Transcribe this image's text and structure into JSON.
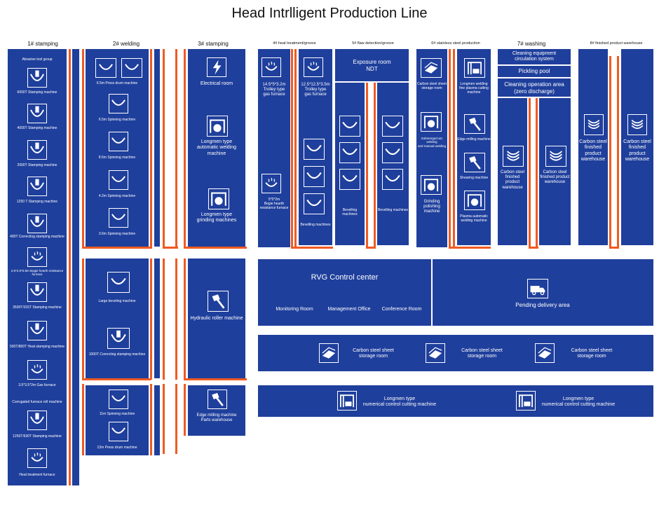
{
  "title": "Head Intrlligent Production Line",
  "headers": {
    "h1": "1# stamping",
    "h2": "2# welding",
    "h3": "3# stamping",
    "h4": "4# heat treatment/groove",
    "h5": "5# flaw detection/groove",
    "h6": "6# stainless steel production",
    "h7": "7# washing",
    "h8": "8# finished product warehouse"
  },
  "zone1": {
    "items": [
      "Abrasive tool group",
      "6000T Stamping machine",
      "4000T Stamping machine",
      "2000T Stamping machine",
      "1250 T Stamping machine",
      "400T Correcting stamping machine",
      "2.5*2.5*0.8m Bogie hearth resistance furnace",
      "3500T/315T Stamping machine",
      "500T/800T Heat stamping machine",
      "3.5*3.5*2m Gas furnace",
      "Corrugated furnace roll machine",
      "1250T/630T Stamping machine",
      "Heat treatment furnace"
    ]
  },
  "zone2": {
    "top": [
      "6.5m Press drum machine",
      "6.5m Spinning machine",
      "8.5m Spinning machine",
      "4.2m Spinning machine",
      "3.6m Spinning machine"
    ],
    "mid": [
      "Large beveling machine",
      "1000T Correcting stamping machine"
    ],
    "bot": [
      "11m Spinning machine",
      "13m Press drum machine"
    ]
  },
  "zone3": {
    "top": [
      "Electrical room",
      "Longmen type\nautomatic welding machine",
      "Longmen type\ngrinding machines"
    ],
    "mid": "Hydraulic roller machine",
    "bot": "Edge milling machine\nParts warehouse"
  },
  "zone4": {
    "a": "14.5*5*3.2m\nTrolley type\ngas furnace",
    "b": "5*5*2m\nBogie hearth\nresistance furnace",
    "c": "12.5*12.5*3.5m\nTrolley type\ngas furnace",
    "d": "Bevelling machines"
  },
  "zone5": {
    "top": "Exposure room\nNDT",
    "left": "Bevelling machines",
    "right": "Bevelling machines"
  },
  "zone6": {
    "left": [
      "Carbon steel sheet\nstorage room",
      "Submerged arc welding\nand manual welding",
      "Grinding polishing\nmachine"
    ],
    "right": [
      "Longmen welding\nfine plasma cutting\nmachine",
      "Edge milling machine",
      "Shearing machine",
      "Plasma automatic\nwelding machine"
    ]
  },
  "zone7": {
    "top": [
      "Cleaning equipment\ncirculation system",
      "Pickling pool",
      "Cleaning operation area\n(zero discharge)"
    ],
    "left": "Carbon steel\nfinished product\nwarehouse",
    "right": "Carbon steel\nfinished product\nwarehouse"
  },
  "zone8": {
    "left": "Carbon steel\nfinished product\nwarehouse",
    "right": "Carbon steel\nfinished product\nwarehouse"
  },
  "rvg": {
    "title": "RVG Control center",
    "rooms": [
      "Monitoring Room",
      "Management Office",
      "Conference Room"
    ],
    "delivery": "Pending delivery area"
  },
  "storage": [
    "Carbon steel sheet\nstorage room",
    "Carbon steel sheet\nstorage room",
    "Carbon steel sheet\nstorage room"
  ],
  "cutting": [
    "Longmen type\nnumerical control cutting machine",
    "Longmen type\nnumerical control cutting machine"
  ],
  "colors": {
    "block": "#1f3f9c",
    "stripe": "#f05a22",
    "text": "#ffffff"
  }
}
